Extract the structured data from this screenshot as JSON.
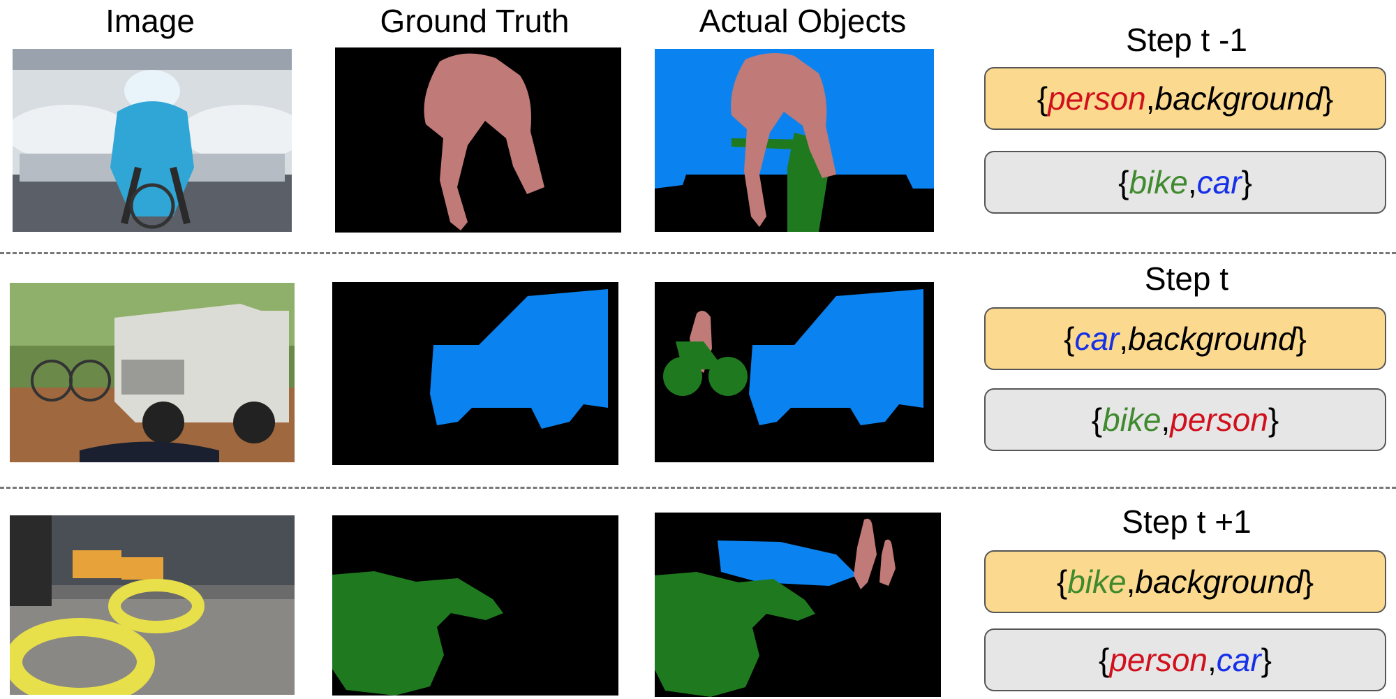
{
  "headers": {
    "image": "Image",
    "ground_truth": "Ground Truth",
    "actual_objects": "Actual Objects"
  },
  "colors": {
    "person": "#d0101c",
    "bike": "#3f8a2e",
    "car": "#1530e8",
    "text": "#000000",
    "learned_box": "#fbd98e",
    "other_box": "#e6e6e6",
    "mask_person": "#c07a78",
    "mask_car": "#0a83f0",
    "mask_bike": "#1f7a1f"
  },
  "rows": [
    {
      "step": "Step t -1",
      "learned": {
        "open": "{",
        "first": "person",
        "sep": ", ",
        "second": "background",
        "close": "}"
      },
      "other": {
        "open": "{",
        "first": "bike",
        "sep": ", ",
        "second": "car",
        "close": "}"
      }
    },
    {
      "step": "Step t",
      "learned": {
        "open": "{",
        "first": "car",
        "sep": ", ",
        "second": "background",
        "close": "}"
      },
      "other": {
        "open": "{",
        "first": "bike",
        "sep": ", ",
        "second": "person",
        "close": "}"
      }
    },
    {
      "step": "Step t +1",
      "learned": {
        "open": "{",
        "first": "bike",
        "sep": ", ",
        "second": "background",
        "close": "}"
      },
      "other": {
        "open": "{",
        "first": "person",
        "sep": ", ",
        "second": "car",
        "close": "}"
      }
    }
  ]
}
